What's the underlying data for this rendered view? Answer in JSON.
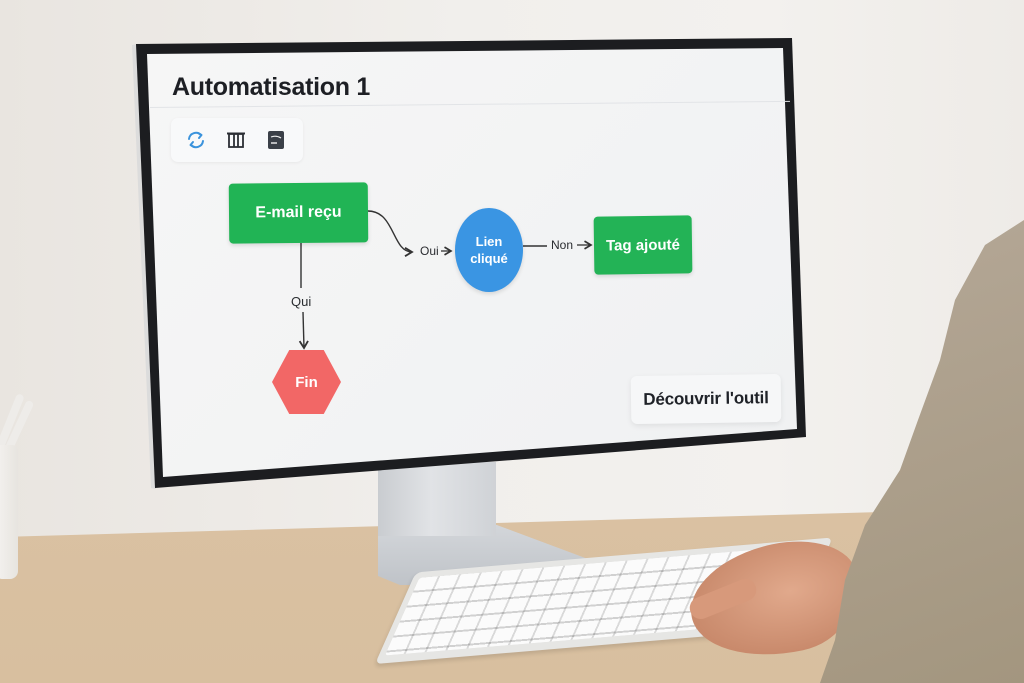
{
  "window": {
    "title": "Automatisation 1"
  },
  "toolbar": {
    "items": [
      {
        "icon": "refresh-icon",
        "label": "Rafraîchir"
      },
      {
        "icon": "columns-icon",
        "label": "Colonnes"
      },
      {
        "icon": "panel-icon",
        "label": "Panneau"
      }
    ]
  },
  "workflow": {
    "nodes": [
      {
        "id": "email",
        "label": "E-mail reçu",
        "shape": "rectangle",
        "color": "#21b455"
      },
      {
        "id": "link",
        "label_line1": "Lien",
        "label_line2": "cliqué",
        "shape": "ellipse",
        "color": "#3a95e3"
      },
      {
        "id": "tag",
        "label": "Tag ajouté",
        "shape": "rectangle",
        "color": "#23b356"
      },
      {
        "id": "end",
        "label": "Fin",
        "shape": "hexagon",
        "color": "#f26766"
      }
    ],
    "edges": [
      {
        "from": "email",
        "to": "link",
        "label": "Oui"
      },
      {
        "from": "link",
        "to": "tag",
        "label": "Non"
      },
      {
        "from": "email",
        "to": "end",
        "label": "Qui"
      }
    ]
  },
  "cta": {
    "label": "Découvrir l'outil"
  },
  "colors": {
    "green": "#21b455",
    "blue": "#3a95e3",
    "red": "#f26766",
    "text": "#1d1f24"
  }
}
